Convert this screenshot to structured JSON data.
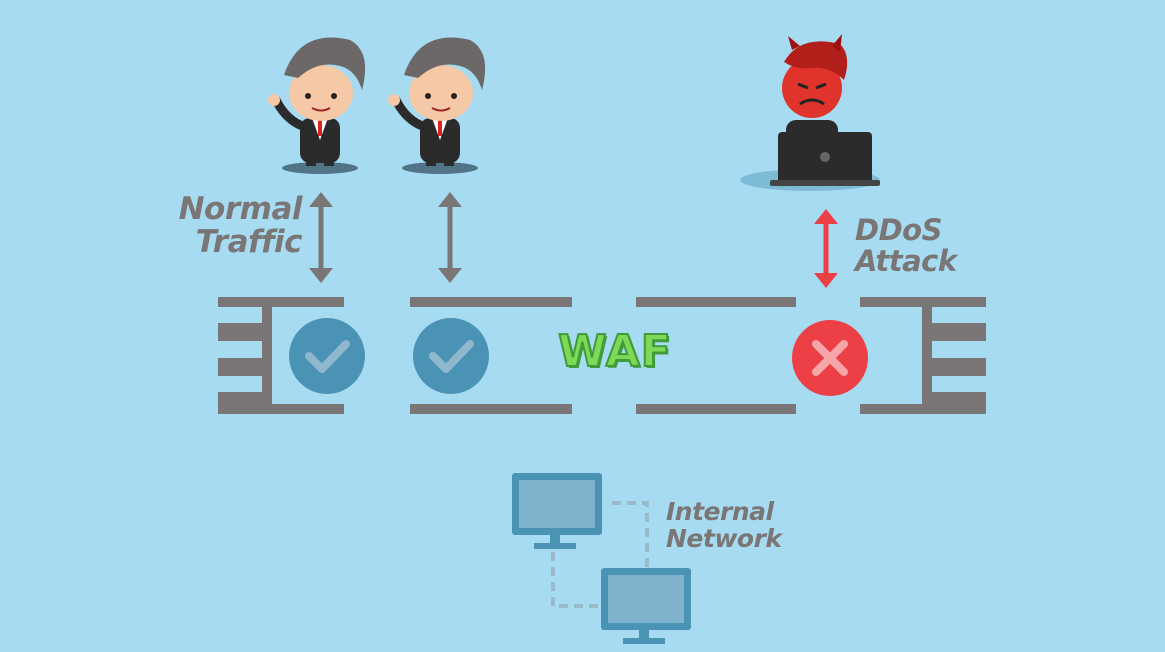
{
  "labels": {
    "normal_traffic": [
      "Normal",
      "Traffic"
    ],
    "ddos_attack": [
      "DDoS",
      "Attack"
    ],
    "internal_network": [
      "Internal",
      "Network"
    ],
    "waf": "WAF"
  },
  "colors": {
    "background": "#a6dbf1",
    "gray": "#7a7676",
    "allow_circle": "#4b93b5",
    "block_circle": "#ec3f46",
    "waf_fill": "#7ed957",
    "attack_arrow": "#ec3f46"
  },
  "icons": {
    "user": "businessman-icon",
    "attacker": "devil-hacker-icon",
    "allow": "checkmark-icon",
    "block": "cross-icon",
    "computer": "monitor-icon"
  }
}
